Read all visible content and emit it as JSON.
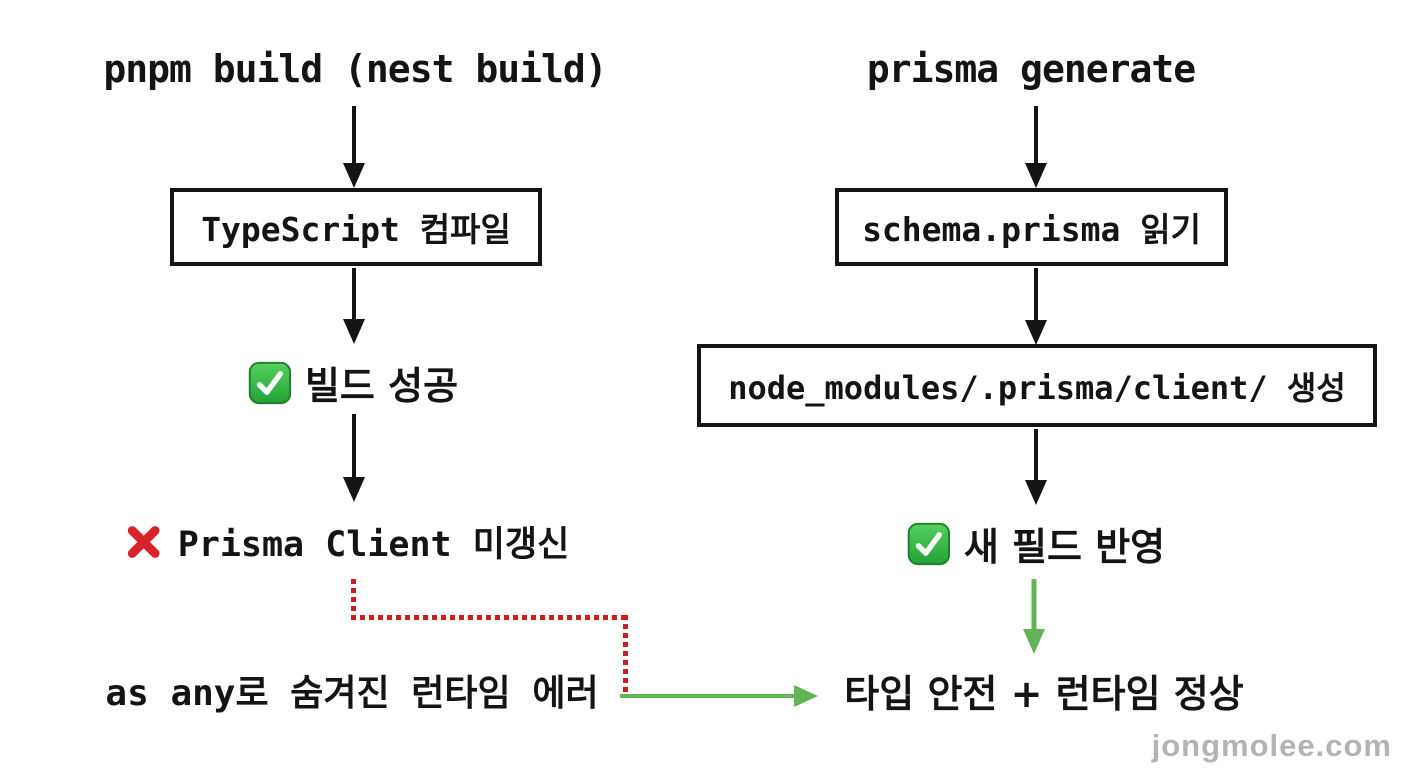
{
  "watermark": "jongmolee.com",
  "left_flow": {
    "title": "pnpm build (nest build)",
    "compile_box": "TypeScript 컴파일",
    "success_label": "빌드 성공",
    "problem_label": "Prisma Client 미갱신",
    "result": "as any로 숨겨진 런타임 에러"
  },
  "right_flow": {
    "title": "prisma generate",
    "read_box": "schema.prisma 읽기",
    "generate_box": "node_modules/.prisma/client/ 생성",
    "success_label": "새 필드 반영",
    "result": "타입 안전 + 런타임 정상"
  },
  "icons": {
    "build_success": "check-emoji",
    "prisma_stale": "cross-emoji",
    "new_field_ok": "check-emoji"
  },
  "colors": {
    "text": "#141414",
    "box_border": "#141414",
    "arrow_black": "#141414",
    "arrow_green": "#63b456",
    "dotted_red": "#cb1f1f",
    "check_emoji_green": "#2fae43",
    "cross_emoji_red": "#d9232b",
    "watermark_gray": "#b4b4b4",
    "background": "#ffffff"
  }
}
